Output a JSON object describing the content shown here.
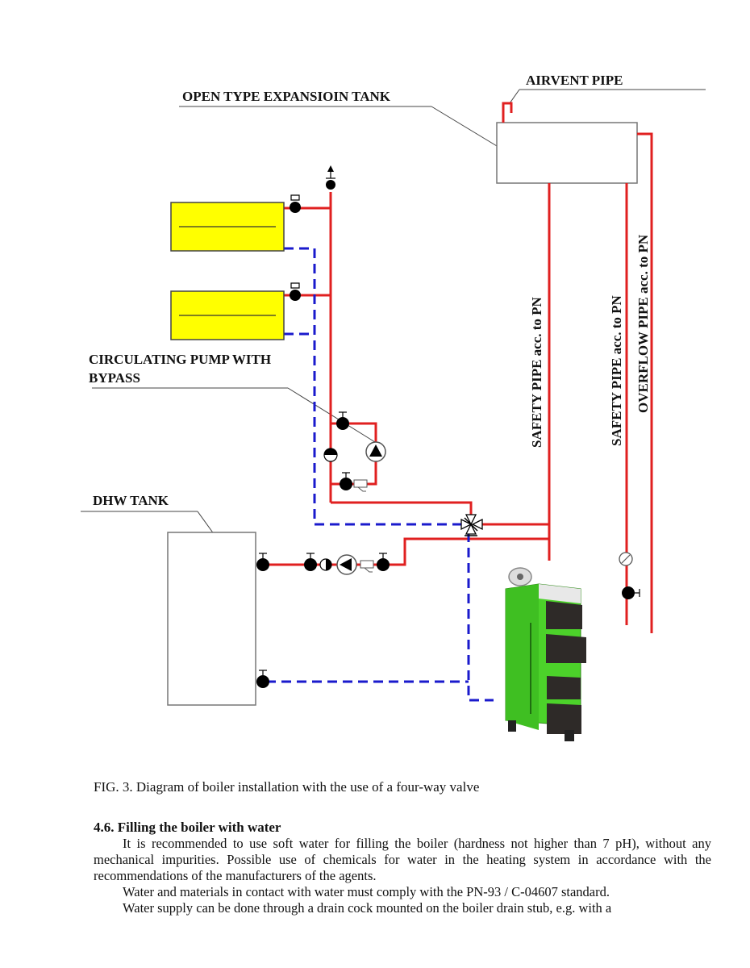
{
  "labels": {
    "expansion_tank": "OPEN TYPE EXPANSIOIN TANK",
    "airvent_pipe": "AIRVENT PIPE",
    "circulating_pump_line1": "CIRCULATING PUMP WITH",
    "circulating_pump_line2": "BYPASS",
    "dhw_tank": "DHW TANK",
    "safety_pipe_1": "SAFETY PIPE acc. to PN",
    "safety_pipe_2": "SAFETY PIPE acc. to PN",
    "overflow_pipe": "OVERFLOW PIPE acc. to PN"
  },
  "colors": {
    "supply_pipe": "#e02020",
    "return_pipe": "#1a1acc",
    "radiator_fill": "#ffff00",
    "boiler_green": "#4cd22a",
    "boiler_door": "#2e2a28"
  },
  "caption": "FIG. 3. Diagram of boiler installation with the use of a four-way valve",
  "section": {
    "heading": "4.6. Filling the boiler with water",
    "paragraphs": [
      "It is recommended to use soft water for filling the boiler (hardness not higher than 7 pH), without any mechanical impurities. Possible use of chemicals for water in the heating system in accordance with the recommendations of the manufacturers of the agents.",
      "Water and materials in contact with water must comply with the PN-93 / C-04607 standard.",
      "Water supply can be done through a drain cock mounted on the boiler drain stub, e.g. with a"
    ]
  }
}
